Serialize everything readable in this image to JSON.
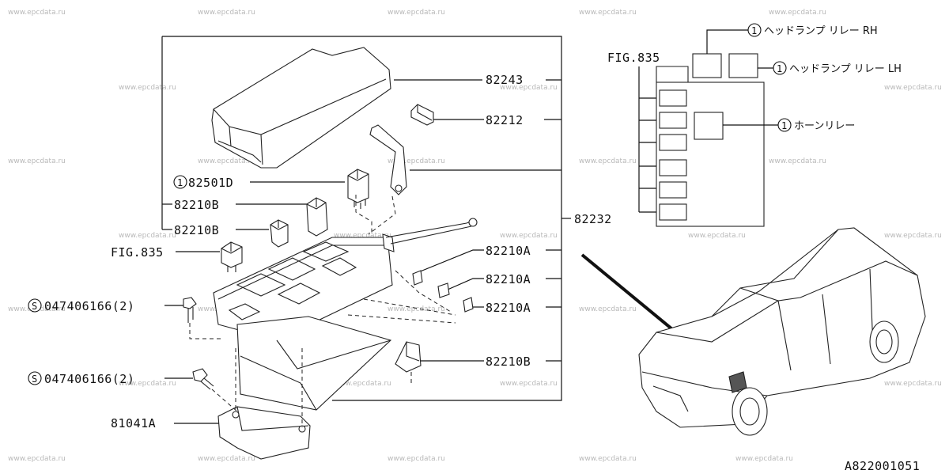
{
  "watermark": "www.epcdata.ru",
  "diagram_id": "A822001051",
  "fig_ref": "FIG.835",
  "circle_one": "1",
  "circle_s": "S",
  "parts": {
    "cover": "82243",
    "clip": "82212",
    "relay_82501d": "82501D",
    "fuse_b1": "82210B",
    "fuse_b2": "82210B",
    "fig835": "FIG.835",
    "bolt1": "047406166(2)",
    "bolt2": "047406166(2)",
    "fuse_a1": "82210A",
    "fuse_a2": "82210A",
    "fuse_a3": "82210A",
    "fuse_b3": "82210B",
    "bracket": "81041A",
    "box": "82232"
  },
  "relays": {
    "headlamp_rh": "ヘッドランプ リレー RH",
    "headlamp_lh": "ヘッドランプ リレー LH",
    "horn": "ホーンリレー"
  }
}
